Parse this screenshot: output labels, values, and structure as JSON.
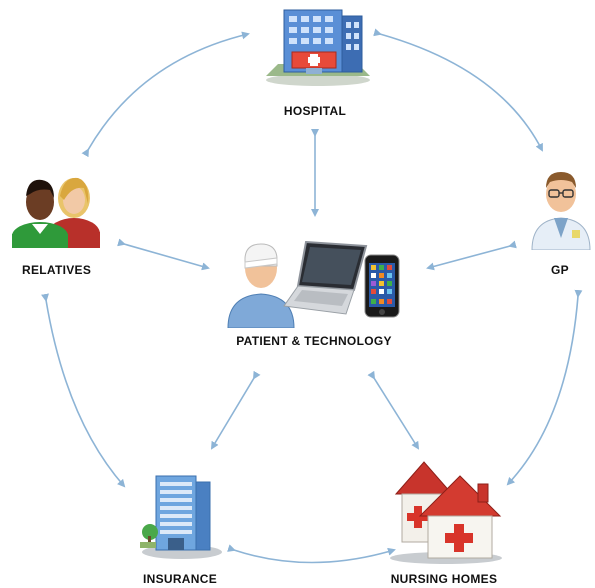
{
  "nodes": {
    "hospital": {
      "label": "HOSPITAL"
    },
    "relatives": {
      "label": "RELATIVES"
    },
    "gp": {
      "label": "GP"
    },
    "patient": {
      "label": "PATIENT & TECHNOLOGY"
    },
    "insurance": {
      "label": "INSURANCE"
    },
    "nursing": {
      "label": "NURSING HOMES"
    }
  },
  "colors": {
    "arrow": "#8db4d6",
    "label": "#111111"
  }
}
